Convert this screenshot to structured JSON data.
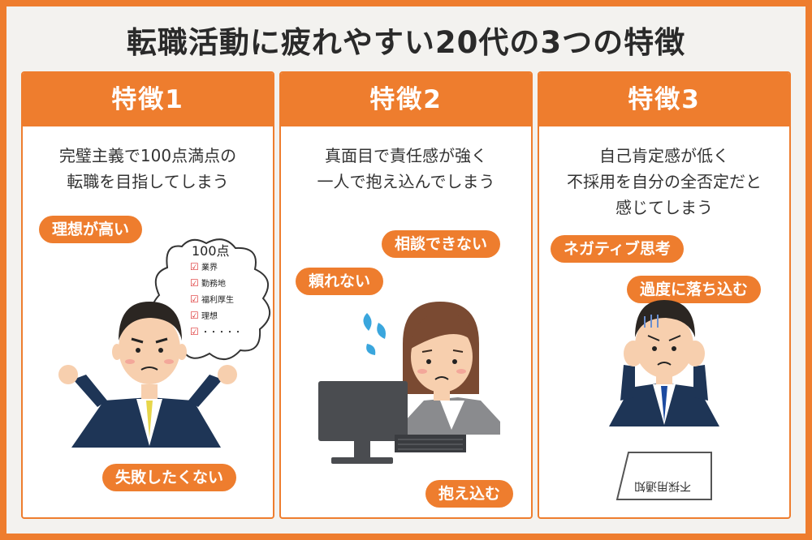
{
  "title": "転職活動に疲れやすい20代の3つの特徴",
  "colors": {
    "accent": "#ee7d2e",
    "background": "#f3f2ef",
    "suit": "#1e3556"
  },
  "cards": [
    {
      "header": "特徴1",
      "desc_lines": [
        "完璧主義で100点満点の",
        "転職を目指してしまう"
      ],
      "tags": [
        "理想が高い",
        "失敗したくない"
      ],
      "thought": {
        "score": "100点",
        "items": [
          "業界",
          "勤務地",
          "福利厚生",
          "理想",
          "・・・・・"
        ]
      }
    },
    {
      "header": "特徴2",
      "desc_lines": [
        "真面目で責任感が強く",
        "一人で抱え込んでしまう"
      ],
      "tags": [
        "相談できない",
        "頼れない",
        "抱え込む"
      ]
    },
    {
      "header": "特徴3",
      "desc_lines": [
        "自己肯定感が低く",
        "不採用を自分の全否定だと",
        "感じてしまう"
      ],
      "tags": [
        "ネガティブ思考",
        "過度に落ち込む"
      ],
      "paper_text": "不採用通知"
    }
  ]
}
